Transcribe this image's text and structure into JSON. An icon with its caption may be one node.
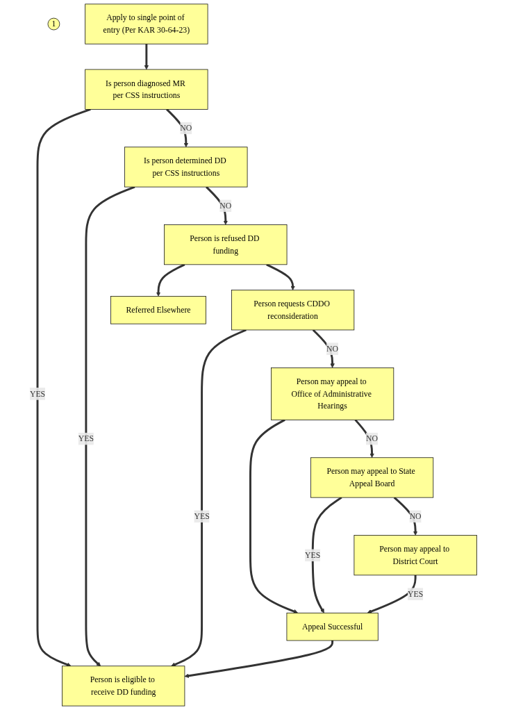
{
  "diagram": {
    "nodes": [
      {
        "text": [
          "1"
        ]
      },
      {
        "text": [
          "Apply to single point of entry (Per KAR 30-64-23)"
        ]
      },
      {
        "text": [
          "Is person diagnosed MR per CSS instructions"
        ]
      },
      {
        "text": [
          "Is person determined DD per CSS instructions"
        ]
      },
      {
        "text": [
          "Person is refused DD funding"
        ]
      },
      {
        "text": [
          "Referred Elsewhere"
        ]
      },
      {
        "text": [
          "Person requests CDDO reconsideration"
        ]
      },
      {
        "text": [
          "Person may appeal to Office of Administrative Hearings"
        ]
      },
      {
        "text": [
          "Appeal Successful"
        ]
      },
      {
        "text": [
          "Person may appeal to State Appeal Board"
        ]
      },
      {
        "text": [
          "Person may appeal to District Court"
        ]
      },
      {
        "text": [
          "Person is eligible to receive DD funding"
        ]
      }
    ],
    "edges": [
      {
        "from": 1,
        "to": 2,
        "arrow": "to"
      },
      {
        "from": 2,
        "to": 11,
        "arrow": "to",
        "label": "YES"
      },
      {
        "from": 2,
        "to": 3,
        "arrow": "to",
        "label": "NO"
      },
      {
        "from": 3,
        "to": 11,
        "arrow": "to",
        "label": "YES"
      },
      {
        "from": 3,
        "to": 4,
        "arrow": "to",
        "label": "NO"
      },
      {
        "from": 4,
        "to": 5,
        "arrow": "to"
      },
      {
        "from": 4,
        "to": 6,
        "arrow": "to"
      },
      {
        "from": 6,
        "to": 11,
        "arrow": "to",
        "label": "YES"
      },
      {
        "from": 6,
        "to": 7,
        "arrow": "to",
        "label": "NO"
      },
      {
        "from": 7,
        "to": 8,
        "arrow": "to"
      },
      {
        "from": 8,
        "to": 11,
        "arrow": "to"
      },
      {
        "from": 7,
        "to": 9,
        "arrow": "to",
        "label": "NO"
      },
      {
        "from": 9,
        "to": 8,
        "arrow": "to",
        "label": "YES"
      },
      {
        "from": 9,
        "to": 10,
        "arrow": "to",
        "label": "NO"
      },
      {
        "from": 10,
        "to": 8,
        "arrow": "to",
        "label": "YES"
      }
    ]
  }
}
